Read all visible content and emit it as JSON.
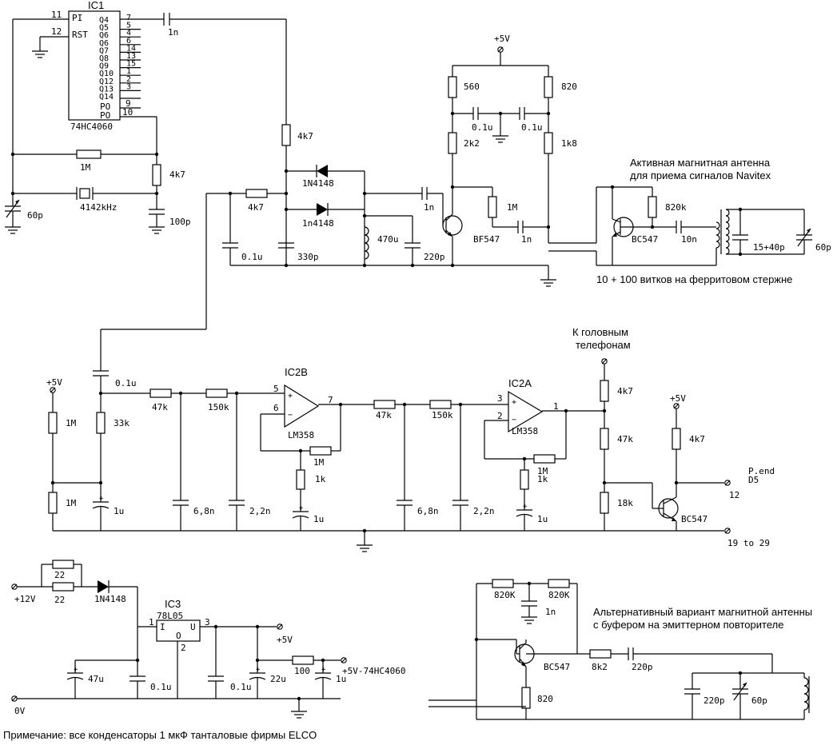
{
  "ic1": {
    "name": "IC1",
    "part": "74HC4060",
    "pin_pi": "PI",
    "pin_pi_num": "11",
    "pin_rst": "RST",
    "pin_rst_num": "12",
    "outputs": [
      {
        "name": "Q4",
        "num": "7"
      },
      {
        "name": "Q5",
        "num": "5"
      },
      {
        "name": "Q6",
        "num": "4"
      },
      {
        "name": "Q6",
        "num": "6"
      },
      {
        "name": "Q7",
        "num": "14"
      },
      {
        "name": "Q8",
        "num": "13"
      },
      {
        "name": "Q9",
        "num": "15"
      },
      {
        "name": "Q10",
        "num": "1"
      },
      {
        "name": "Q12",
        "num": "2"
      },
      {
        "name": "Q13",
        "num": "3"
      },
      {
        "name": "Q14",
        "num": ""
      }
    ],
    "po1": "PO",
    "po1_num": "9",
    "po2": "PO",
    "po2_num": "10"
  },
  "labels": {
    "c_1n_top": "1n",
    "r_1m": "1M",
    "r_4k7_osc": "4k7",
    "crystal": "4142kHz",
    "c_60p": "60p",
    "c_100p": "100p",
    "r_4k7_top": "4k7",
    "d1": "1N4148",
    "d2": "1n4148",
    "r_4k7_mid": "4k7",
    "c_01u": "0.1u",
    "c_330p": "330p",
    "l_470u": "470u",
    "c_220p": "220p",
    "c_1n_mid": "1n",
    "supply_5v": "+5V",
    "r_560": "560",
    "r_820": "820",
    "c_01u_a": "0.1u",
    "c_01u_b": "0.1u",
    "r_2k2": "2k2",
    "r_1k8": "1k8",
    "r_1m_b": "1M",
    "t_bf547": "BF547",
    "c_1n_b": "1n",
    "ant_title1": "Активная магнитная антенна",
    "ant_title2": "для приема сигналов Navitex",
    "r_820k": "820k",
    "t_bc547": "BC547",
    "c_10n": "10n",
    "c_15_40p": "15+40p",
    "c_60p_b": "60p",
    "turns": "10 + 100 витков на ферритовом стержне"
  },
  "amp": {
    "c_in": "0.1u",
    "vcc": "+5V",
    "r_1m_a": "1M",
    "r_33k": "33k",
    "r_1m_b": "1M",
    "c_1u_a": "1u",
    "r_47k_a": "47k",
    "r_150k_a": "150k",
    "c_68n_a": "6,8n",
    "c_22n_a": "2,2n",
    "ic2b": "IC2B",
    "lm358_b": "LM358",
    "pin5": "5",
    "pin6": "6",
    "pin7": "7",
    "r_1m_fb_b": "1M",
    "r_1k_b": "1k",
    "c_1u_b": "1u",
    "r_47k_b": "47k",
    "r_150k_b": "150k",
    "c_68n_b": "6,8n",
    "c_22n_b": "2,2n",
    "ic2a": "IC2A",
    "lm358_a": "LM358",
    "pin3": "3",
    "pin2": "2",
    "pin1": "1",
    "r_1m_fb_a": "1M",
    "r_1k_a": "1k",
    "c_1u_c": "1u",
    "headphones1": "К головным",
    "headphones2": "телефонам",
    "r_4k7_h": "4k7",
    "r_47k_h": "47k",
    "r_18k": "18k",
    "vcc2": "+5V",
    "r_4k7_t": "4k7",
    "t_bc547": "BC547",
    "pend1": "P.end",
    "pend2": "D5",
    "pin12": "12",
    "pins19": "19 to 29"
  },
  "psu": {
    "r_22a": "22",
    "r_22b": "22",
    "v12": "+12V",
    "diode": "1N4148",
    "ic3": "IC3",
    "part": "78L05",
    "pin_i": "I",
    "pin_u": "U",
    "pin_o": "O",
    "pin1": "1",
    "pin2": "2",
    "pin3": "3",
    "c_47u": "47u",
    "c_01u_a": "0.1u",
    "c_01u_b": "0.1u",
    "c_22u": "22u",
    "out_5v": "+5V",
    "r_100": "100",
    "c_1u": "1u",
    "out_5v_hc": "+5V-74HC4060",
    "gnd": "0V"
  },
  "alt": {
    "r_820k_a": "820K",
    "r_820k_b": "820K",
    "c_1n": "1n",
    "title1": "Альтернативный вариант магнитной антенны",
    "title2": "с буфером на эмиттерном повторителе",
    "t_bc547": "BC547",
    "r_8k2": "8k2",
    "c_220p": "220p",
    "r_820": "820",
    "c_220p_b": "220p",
    "c_60p": "60p"
  },
  "note": "Примечание: все конденсаторы 1 мкФ танталовые фирмы ELCO"
}
